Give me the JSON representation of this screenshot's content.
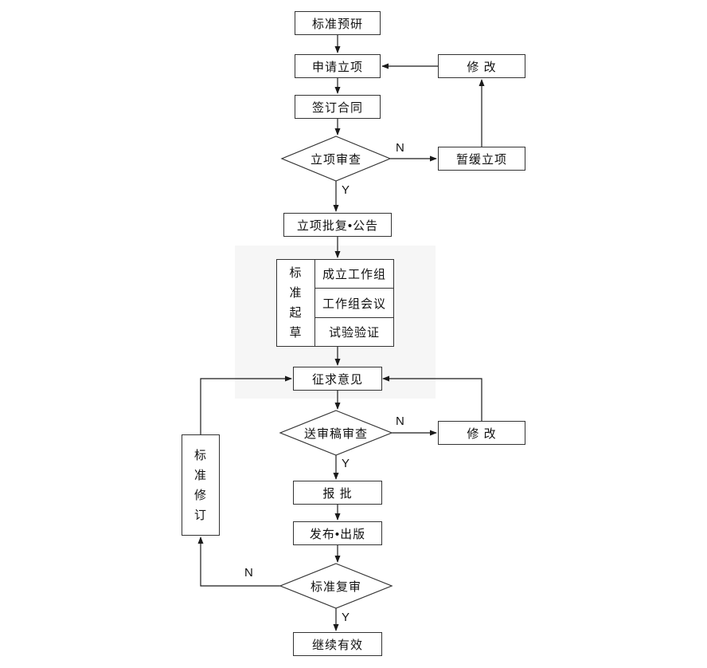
{
  "flow": {
    "nodes": {
      "pre_research": "标准预研",
      "apply_project": "申请立项",
      "modify_top": "修 改",
      "sign_contract": "签订合同",
      "project_review": "立项审查",
      "postpone_project": "暂缓立项",
      "approval_announcement": "立项批复•公告",
      "drafting_stage": "标\n准\n起\n草",
      "establish_working_group": "成立工作组",
      "working_group_meeting": "工作组会议",
      "test_verification": "试验验证",
      "solicit_opinions": "征求意见",
      "draft_review": "送审稿审查",
      "modify_bottom": "修 改",
      "submit_for_approval": "报 批",
      "publish": "发布•出版",
      "standard_recheck": "标准复审",
      "revision_stage": "标\n准\n修\n订",
      "continue_valid": "继续有效"
    },
    "branch_labels": {
      "no": "N",
      "yes": "Y"
    },
    "colors": {
      "line": "#1a1a1a",
      "box_border": "#333333",
      "background": "#ffffff",
      "group_background": "#f6f6f6"
    }
  }
}
